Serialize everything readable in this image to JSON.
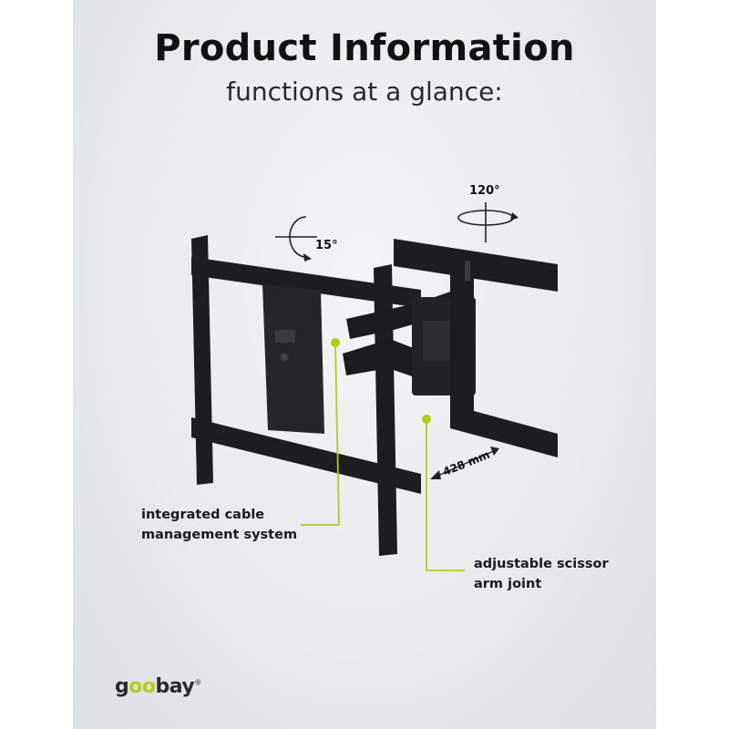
{
  "header": {
    "title": "Product Information",
    "subtitle": "functions at a glance:"
  },
  "angles": {
    "rotate": "120°",
    "tilt": "15°"
  },
  "dimension": "428 mm",
  "callouts": {
    "cable_line1": "integrated cable",
    "cable_line2": "management system",
    "scissor_line1": "adjustable scissor",
    "scissor_line2": "arm joint"
  },
  "brand": {
    "pre": "g",
    "oo": "oo",
    "post": "bay",
    "mark": "®"
  },
  "colors": {
    "accent": "#b5cc18",
    "metal": "#1c1c1e"
  }
}
